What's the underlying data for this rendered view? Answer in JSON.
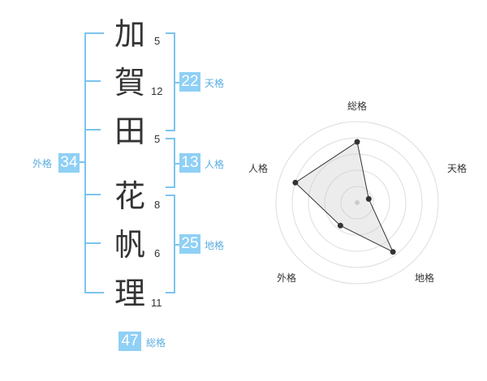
{
  "surname": [
    {
      "char": "加",
      "strokes": "5"
    },
    {
      "char": "賀",
      "strokes": "12"
    },
    {
      "char": "田",
      "strokes": "5"
    }
  ],
  "given_name": [
    {
      "char": "花",
      "strokes": "8"
    },
    {
      "char": "帆",
      "strokes": "6"
    },
    {
      "char": "理",
      "strokes": "11"
    }
  ],
  "fortune": {
    "tenkaku": {
      "label": "天格",
      "value": "22"
    },
    "jinkaku": {
      "label": "人格",
      "value": "13"
    },
    "chikaku": {
      "label": "地格",
      "value": "25"
    },
    "gaikaku": {
      "label": "外格",
      "value": "34"
    },
    "soukaku": {
      "label": "総格",
      "value": "47"
    }
  },
  "radar": {
    "axes": [
      "総格",
      "天格",
      "地格",
      "外格",
      "人格"
    ],
    "levels": [
      0.75,
      0.15,
      0.75,
      0.35,
      0.8
    ]
  },
  "colors": {
    "accent": "#8fd0f5",
    "bracket": "#7cc4f0",
    "label": "#5aaee0"
  }
}
